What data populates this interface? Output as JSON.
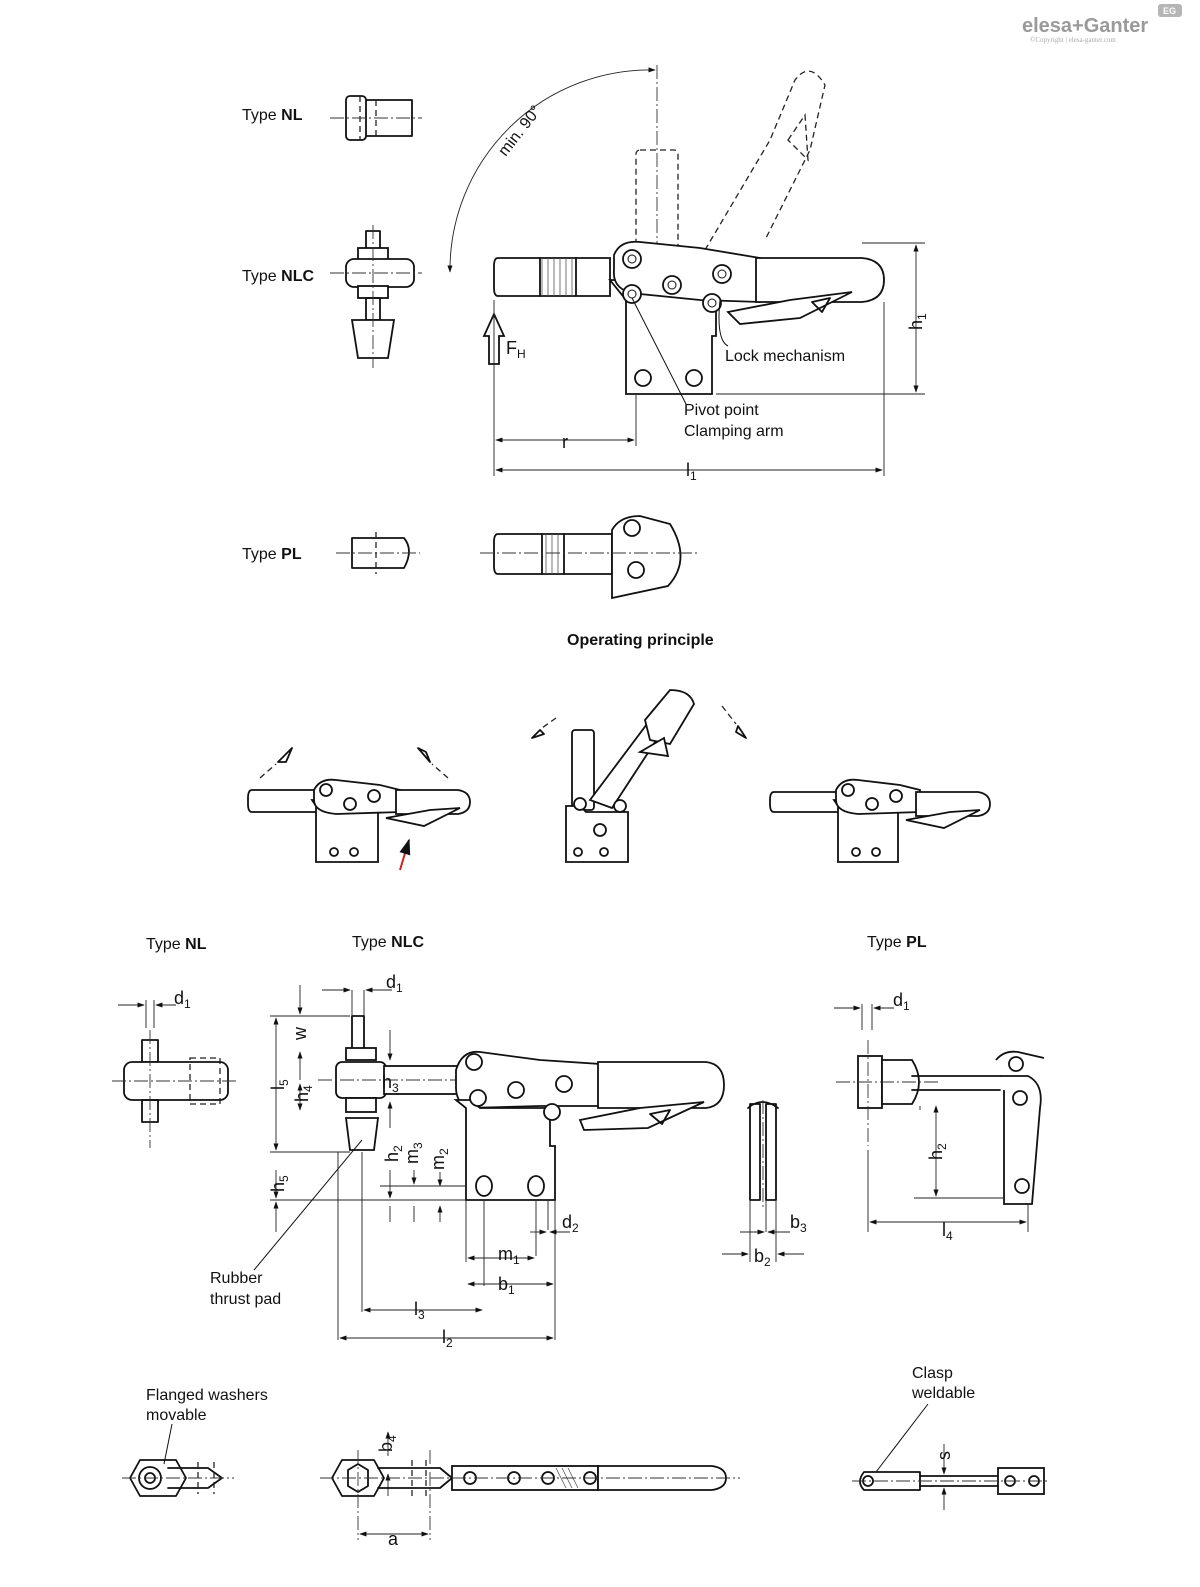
{
  "brand": {
    "logo": "elesa+Ganter",
    "copyright": "©Copyright | elesa-ganter.com",
    "badge": "EG"
  },
  "types": {
    "nl": "Type NL",
    "nlc": "Type NLC",
    "pl": "Type PL",
    "type_word": "Type",
    "nl_code": "NL",
    "nlc_code": "NLC",
    "pl_code": "PL"
  },
  "top_view": {
    "angle": "min. 90°",
    "force": "F",
    "force_sub": "H",
    "lock_mechanism": "Lock mechanism",
    "pivot_point": "Pivot point",
    "clamping_arm": "Clamping arm",
    "h1": "h",
    "h1_sub": "1",
    "r": "r",
    "l1": "l",
    "l1_sub": "1"
  },
  "operating": {
    "title": "Operating principle"
  },
  "dims": {
    "d1": "d",
    "d1_sub": "1",
    "w": "w",
    "l5": "l",
    "l5_sub": "5",
    "h4": "h",
    "h4_sub": "4",
    "h3": "h",
    "h3_sub": "3",
    "h2": "h",
    "h2_sub": "2",
    "m3": "m",
    "m3_sub": "3",
    "m2": "m",
    "m2_sub": "2",
    "h5": "h",
    "h5_sub": "5",
    "d2": "d",
    "d2_sub": "2",
    "m1": "m",
    "m1_sub": "1",
    "b1": "b",
    "b1_sub": "1",
    "l3": "l",
    "l3_sub": "3",
    "l2": "l",
    "l2_sub": "2",
    "b3": "b",
    "b3_sub": "3",
    "b2": "b",
    "b2_sub": "2",
    "l4": "l",
    "l4_sub": "4",
    "b4": "b",
    "b4_sub": "4",
    "a": "a",
    "s": "s"
  },
  "notes": {
    "rubber_1": "Rubber",
    "rubber_2": "thrust pad",
    "washers_1": "Flanged washers",
    "washers_2": "movable",
    "clasp_1": "Clasp",
    "clasp_2": "weldable"
  }
}
